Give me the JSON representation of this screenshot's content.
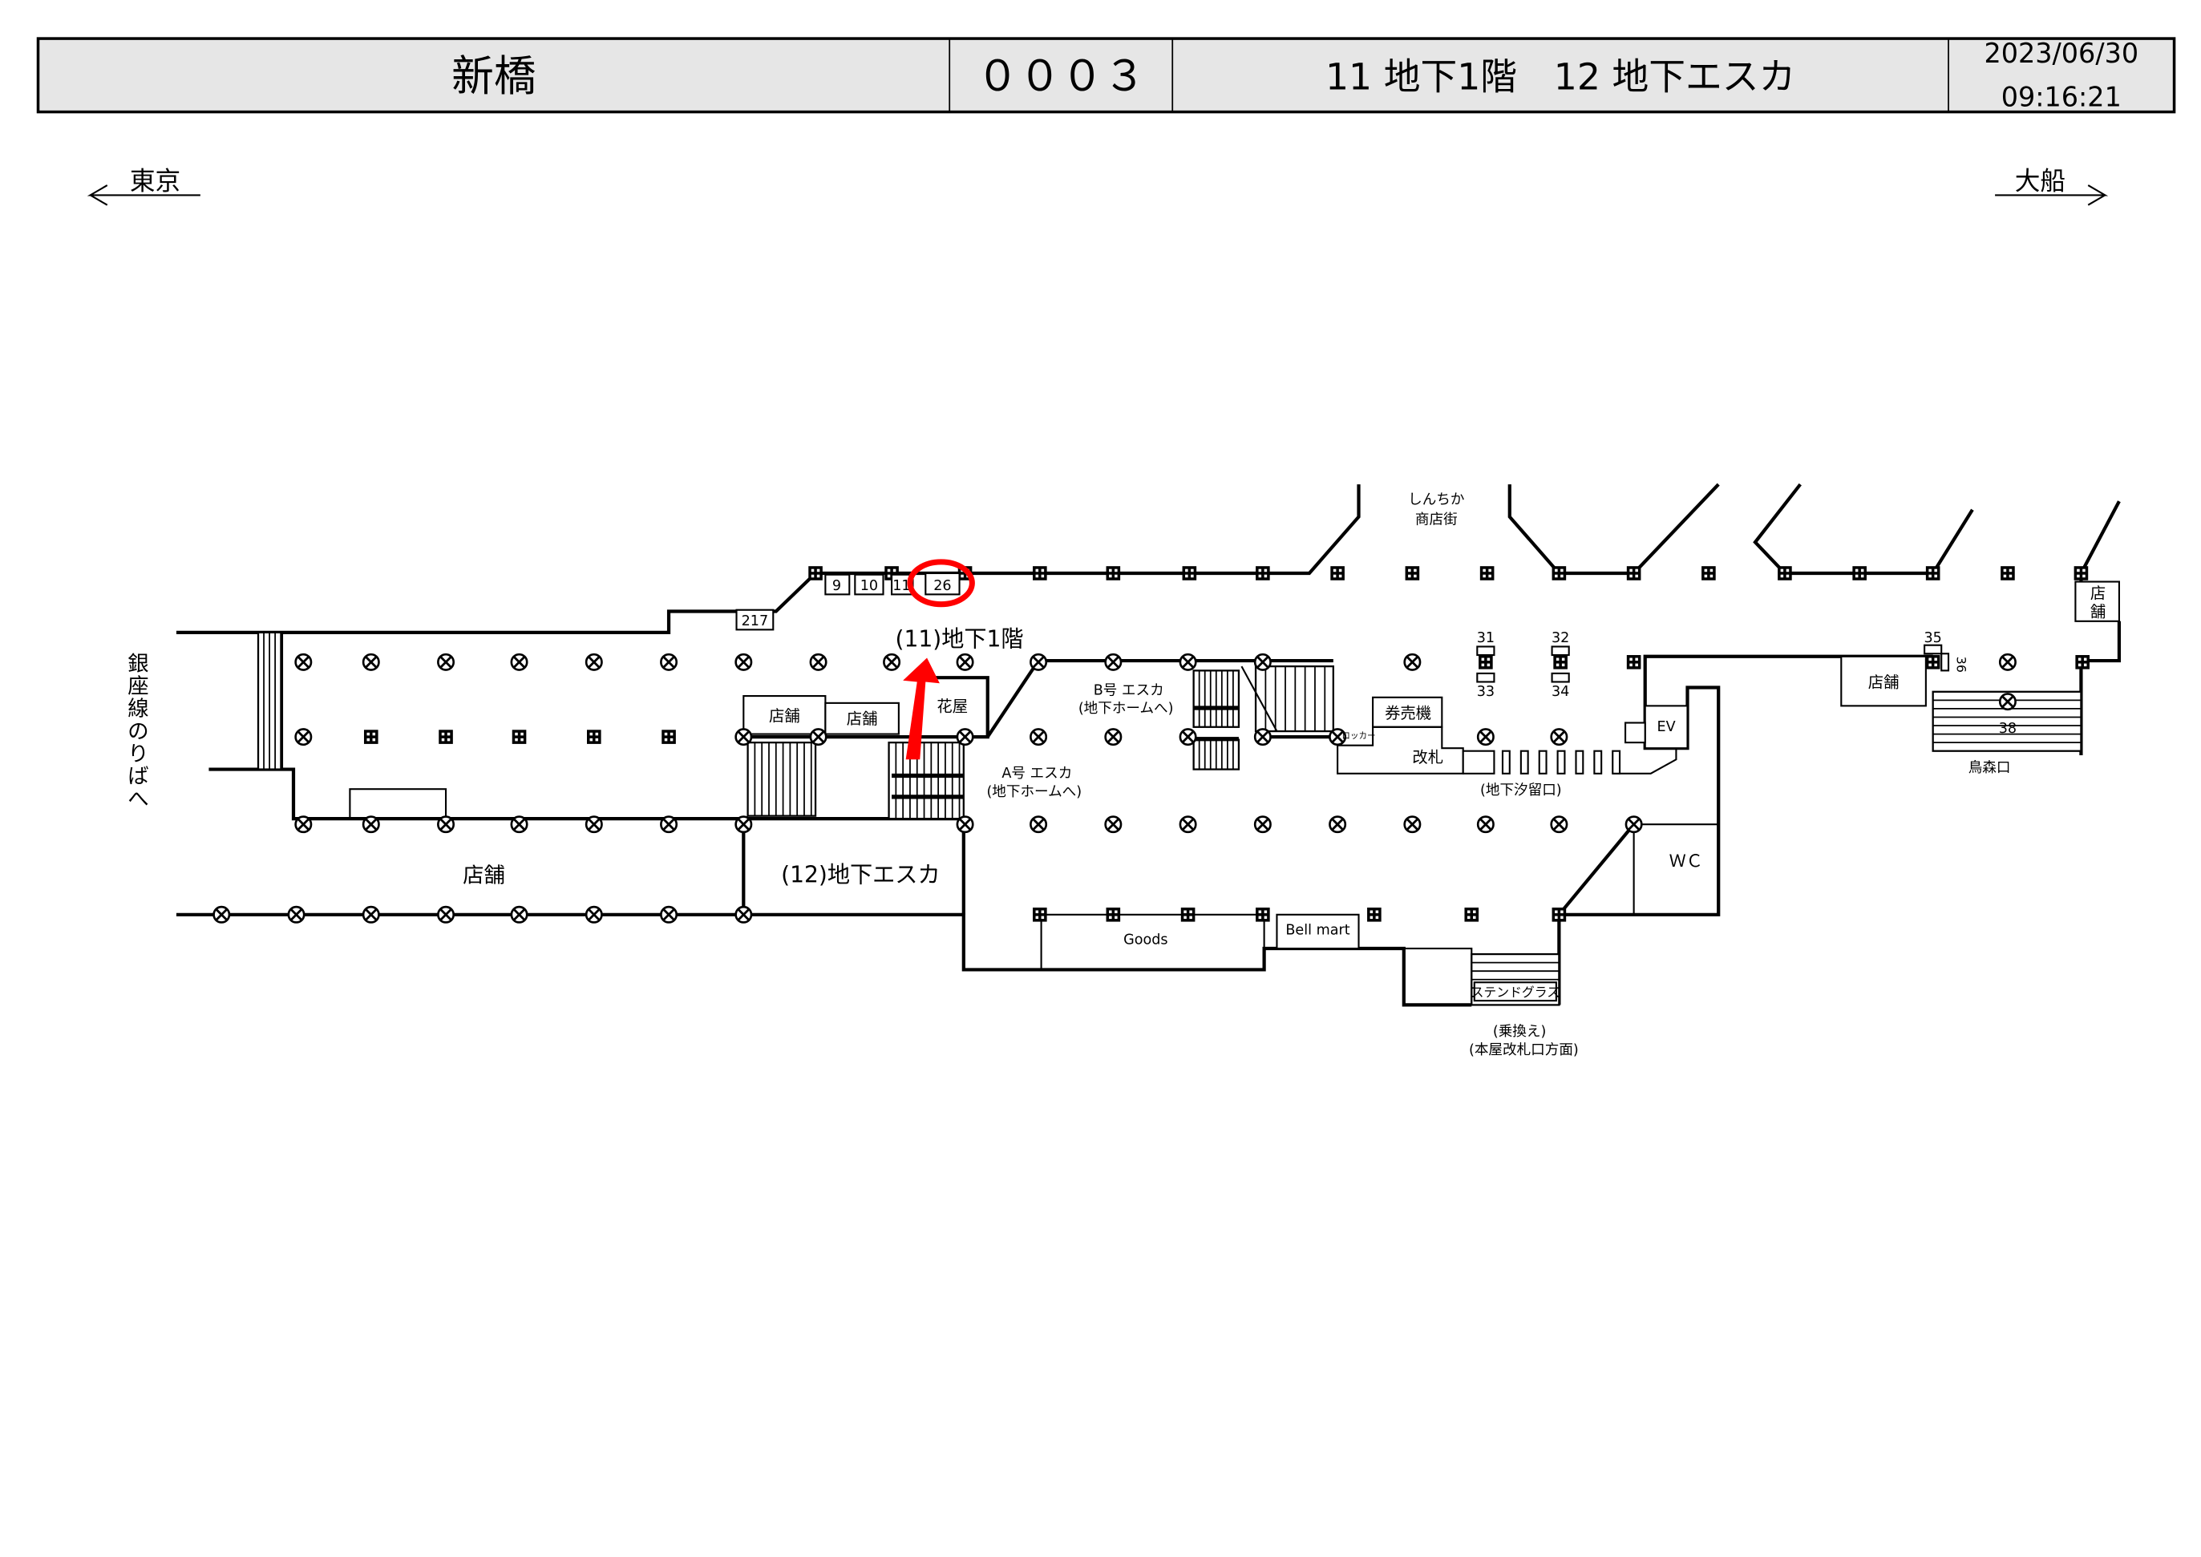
{
  "header": {
    "station": "新橋",
    "code": "０００３",
    "location": "11 地下1階　12 地下エスカ",
    "date": "2023/06/30",
    "time": "09:16:21"
  },
  "directions": {
    "left": "東京",
    "right": "大船"
  },
  "colors": {
    "header_bg": "#e6e6e6",
    "highlight": "#ff0000"
  },
  "map": {
    "ginza_line": "銀座線のりばへ",
    "floor_label": "(11)地下1階",
    "esca_label": "(12)地下エスカ",
    "shop": "店舗",
    "shop_vertical": [
      "店",
      "舗"
    ],
    "florist": "花屋",
    "b_esca": "B号 エスカ",
    "a_esca": "A号 エスカ",
    "to_platform": "(地下ホームへ)",
    "shinchika": [
      "しんちか",
      "商店街"
    ],
    "ticket_machine": "券売機",
    "locker": "ロッカー",
    "gate": "改札",
    "shiodome_exit": "(地下汐留口)",
    "ev": "EV",
    "wc": "ＷＣ",
    "goods": "Goods",
    "bellmart": "Bell mart",
    "stained_glass": "ステンドグラス",
    "transfer": [
      "(乗換え)",
      "(本屋改札口方面)"
    ],
    "karasumori_exit": "鳥森口",
    "ad_numbers": {
      "n9": "9",
      "n10": "10",
      "n11": "11",
      "n26": "26",
      "n217": "217",
      "n31": "31",
      "n32": "32",
      "n33": "33",
      "n34": "34",
      "n35": "35",
      "n36": "36",
      "n38": "38"
    },
    "highlighted_ad": "26"
  }
}
